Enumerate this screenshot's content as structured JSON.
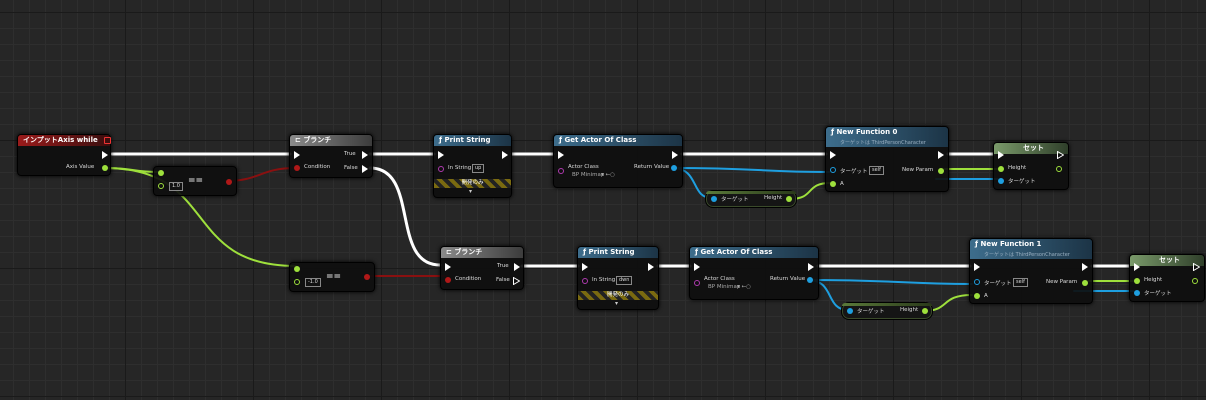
{
  "nodes": {
    "input_axis": {
      "title": "インプットAxis while",
      "pin_axis_value": "Axis Value"
    },
    "eq1": {
      "op": "==",
      "value": "1.0"
    },
    "eq2": {
      "op": "==",
      "value": "-1.0"
    },
    "branch1": {
      "title": "ブランチ",
      "condition": "Condition",
      "true": "True",
      "false": "False"
    },
    "branch2": {
      "title": "ブランチ",
      "condition": "Condition",
      "true": "True",
      "false": "False"
    },
    "print1": {
      "title": "Print String",
      "in_string": "In String",
      "value": "up",
      "dev_only": "開発のみ"
    },
    "print2": {
      "title": "Print String",
      "in_string": "In String",
      "value": "dwn",
      "dev_only": "開発のみ"
    },
    "getactor1": {
      "title": "Get Actor Of Class",
      "actor_class": "Actor Class",
      "class_value": "BP Minimap",
      "return_value": "Return Value"
    },
    "getactor2": {
      "title": "Get Actor Of Class",
      "actor_class": "Actor Class",
      "class_value": "BP Minimap",
      "return_value": "Return Value"
    },
    "height1": {
      "target": "ターゲット",
      "height": "Height"
    },
    "height2": {
      "target": "ターゲット",
      "height": "Height"
    },
    "newfunc1": {
      "title": "New Function 0",
      "subtitle": "ターゲットは ThirdPersonCharacter",
      "target": "ターゲット",
      "self": "self",
      "a": "A",
      "new_param": "New Param"
    },
    "newfunc2": {
      "title": "New Function 1",
      "subtitle": "ターゲットは ThirdPersonCharacter",
      "target": "ターゲット",
      "self": "self",
      "a": "A",
      "new_param": "New Param"
    },
    "set1": {
      "title": "セット",
      "height": "Height",
      "target": "ターゲット"
    },
    "set2": {
      "title": "セット",
      "height": "Height",
      "target": "ターゲット"
    }
  },
  "colors": {
    "exec": "#ffffff",
    "float": "#9ee03c",
    "object": "#1e9fe0",
    "bool": "#b01818",
    "class": "#b03ab0"
  }
}
